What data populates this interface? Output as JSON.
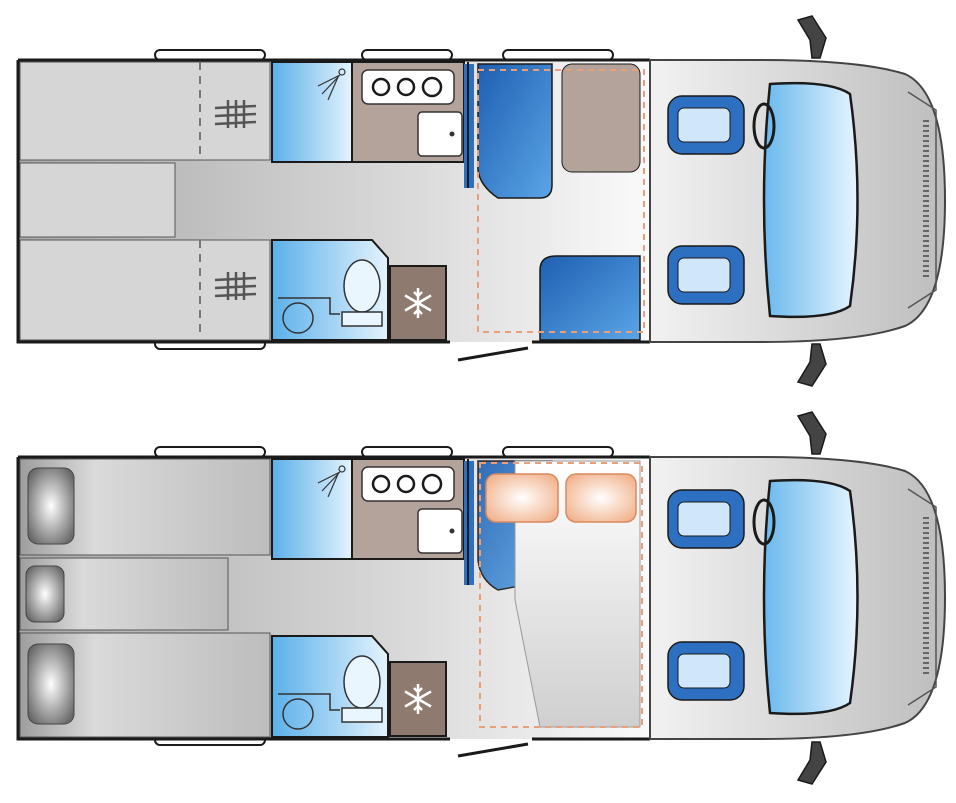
{
  "image": {
    "description_visible_text": "",
    "views": [
      {
        "id": "day-layout",
        "bed_mode": "day"
      },
      {
        "id": "night-layout",
        "bed_mode": "night"
      }
    ]
  },
  "colors": {
    "wall": "#1a1a1a",
    "floor_light": "#e9e9e9",
    "floor_dark": "#a8a8a8",
    "bed_grey": "#d6d6d6",
    "blue_upholstery": "#2d6fc0",
    "blue_light": "#cfe6fb",
    "wet_room": "#6fb8ec",
    "cabinet_taupe": "#b3a39b",
    "fridge_brown": "#8f7a70",
    "pullout_bed_dashed": "#e9a07a",
    "cab_grey": "#cfcfcf",
    "windscreen_blue": "#9fd3f5"
  },
  "icons": {
    "fridge": "snowflake-icon",
    "shower": "shower-head-icon",
    "hob": "three-burner-hob-icon",
    "toilet": "toilet-icon",
    "ventilation": "vent-lines-icon"
  }
}
